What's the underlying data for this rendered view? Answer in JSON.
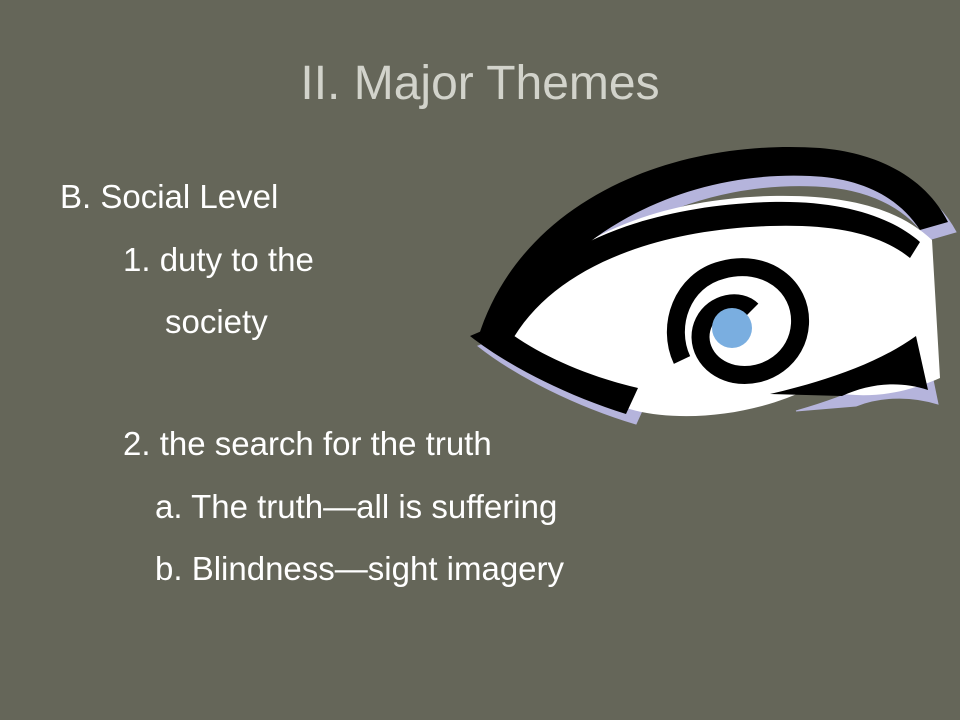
{
  "slide": {
    "title": "II.  Major Themes",
    "outline": [
      "B.  Social Level",
      "1.  duty to the",
      "society",
      "2.  the search for the truth",
      "a.  The truth—all is suffering",
      "b.  Blindness—sight imagery"
    ]
  },
  "colors": {
    "background": "#656659",
    "title": "#d2d3cb",
    "body_text": "#ffffff",
    "eye_outline": "#000000",
    "eye_shadow": "#b5b4dc",
    "iris": "#7aaee0"
  },
  "illustration": {
    "icon": "eye-icon"
  }
}
